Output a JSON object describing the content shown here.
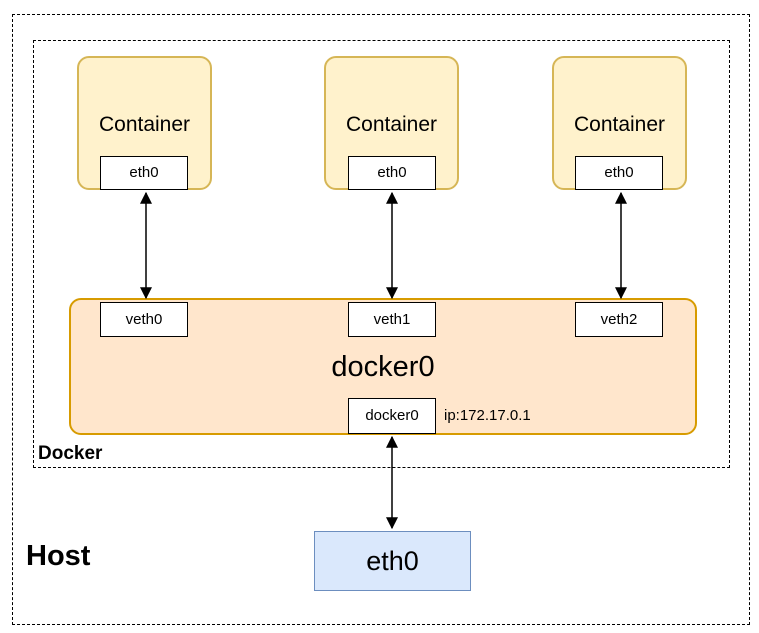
{
  "diagram": {
    "host_label": "Host",
    "docker_label": "Docker",
    "containers": [
      {
        "label": "Container",
        "interface": "eth0"
      },
      {
        "label": "Container",
        "interface": "eth0"
      },
      {
        "label": "Container",
        "interface": "eth0"
      }
    ],
    "bridge": {
      "label": "docker0",
      "veth_ports": [
        "veth0",
        "veth1",
        "veth2"
      ],
      "interface": "docker0",
      "ip_label": "ip:172.17.0.1"
    },
    "host_interface": "eth0",
    "colors": {
      "container_fill": "#fff2cc",
      "container_stroke": "#d6b656",
      "bridge_fill": "#ffe6cc",
      "bridge_stroke": "#d79b00",
      "host_eth_fill": "#dae8fc",
      "host_eth_stroke": "#6c8ebf"
    }
  }
}
